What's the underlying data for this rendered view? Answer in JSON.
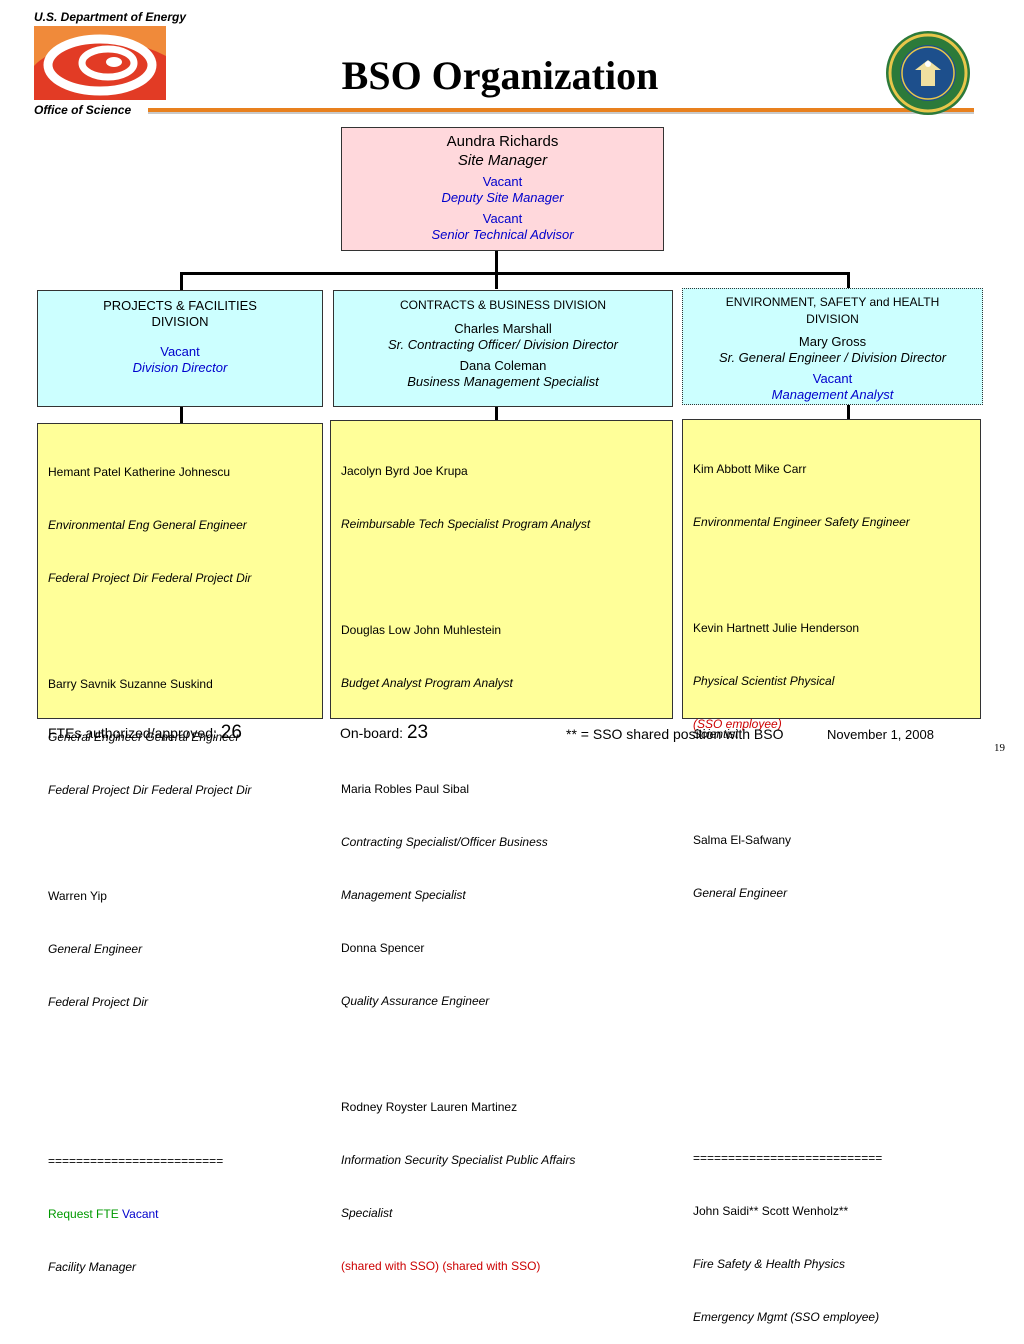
{
  "header": {
    "agency": "U.S. Department of Energy",
    "office": "Office of Science",
    "title": "BSO Organization"
  },
  "colors": {
    "accent_orange": "#e8801e",
    "logo_red": "#e23b25",
    "manager_box": "#ffd8dc",
    "division_box": "#ccffff",
    "staff_box": "#ffff99",
    "vacant_blue": "#0000cc"
  },
  "manager": {
    "name": "Aundra Richards",
    "title": "Site Manager",
    "vacant1": "Vacant",
    "vacant1_title": "Deputy Site Manager",
    "vacant2": "Vacant",
    "vacant2_title": "Senior Technical Advisor"
  },
  "divisions": {
    "pf": {
      "name_line1": "PROJECTS & FACILITIES",
      "name_line2": "DIVISION",
      "vacant": "Vacant",
      "vacant_title": "Division Director"
    },
    "cb": {
      "name": "CONTRACTS & BUSINESS  DIVISION",
      "person1": "Charles Marshall",
      "person1_title": "Sr. Contracting Officer/ Division Director",
      "person2": "Dana Coleman",
      "person2_title": "Business Management Specialist"
    },
    "esh": {
      "name_line1": "ENVIRONMENT, SAFETY and HEALTH",
      "name_line2": "DIVISION",
      "person": "Mary Gross",
      "person_title": "Sr. General Engineer / Division Director",
      "vacant": "Vacant",
      "vacant_title": "Management Analyst"
    }
  },
  "staff": {
    "pf": {
      "l1": "Hemant Patel         Katherine Johnescu",
      "l2": "Environmental Eng     General Engineer",
      "l3": "Federal Project Dir     Federal Project Dir",
      "l5": "Barry Savnik            Suzanne Suskind",
      "l6": "General Engineer       General Engineer",
      "l7": "Federal Project Dir    Federal Project Dir",
      "l9": "Warren Yip",
      "l10": "General Engineer",
      "l11": "Federal Project Dir",
      "sep": "=========================",
      "req": "Request FTE",
      "req_vacant": "Vacant",
      "req_title": "Facility Manager"
    },
    "cb": {
      "l1": "Jacolyn Byrd                         Joe Krupa",
      "l2": "Reimbursable Tech Specialist    Program Analyst",
      "l4": "Douglas Low                          John Muhlestein",
      "l5": "Budget Analyst                        Program Analyst",
      "l7": "Maria Robles                           Paul Sibal",
      "l8": "Contracting Specialist/Officer    Business",
      "l9": "Management                            Specialist",
      "l10": "Donna Spencer",
      "l11": "Quality Assurance Engineer",
      "l13": "Rodney Royster                       Lauren Martinez",
      "l14": "Information Security Specialist  Public Affairs",
      "l15": "Specialist",
      "l16": "(shared with SSO)                   (shared with SSO)"
    },
    "esh": {
      "l1": "Kim Abbott                  Mike Carr",
      "l2": "Environmental Engineer   Safety Engineer",
      "l4": "Kevin Hartnett              Julie Henderson",
      "l5": "Physical Scientist            Physical",
      "l6": "Scientist",
      "l8": "Salma El-Safwany",
      "l9": "General Engineer",
      "sep": "===========================",
      "l11": "John Saidi**                     Scott Wenholz**",
      "l12": "Fire Safety &                   Health Physics",
      "l13": "Emergency Mgmt            (SSO employee)",
      "l14": "(SSO employee)"
    }
  },
  "footer": {
    "fte_label": "FTEs authorized/approved:",
    "fte_value": "26",
    "onboard_label": "On-board:",
    "onboard_value": "23",
    "note": "** = SSO shared position with BSO",
    "date": "November 1, 2008",
    "page": "19"
  }
}
